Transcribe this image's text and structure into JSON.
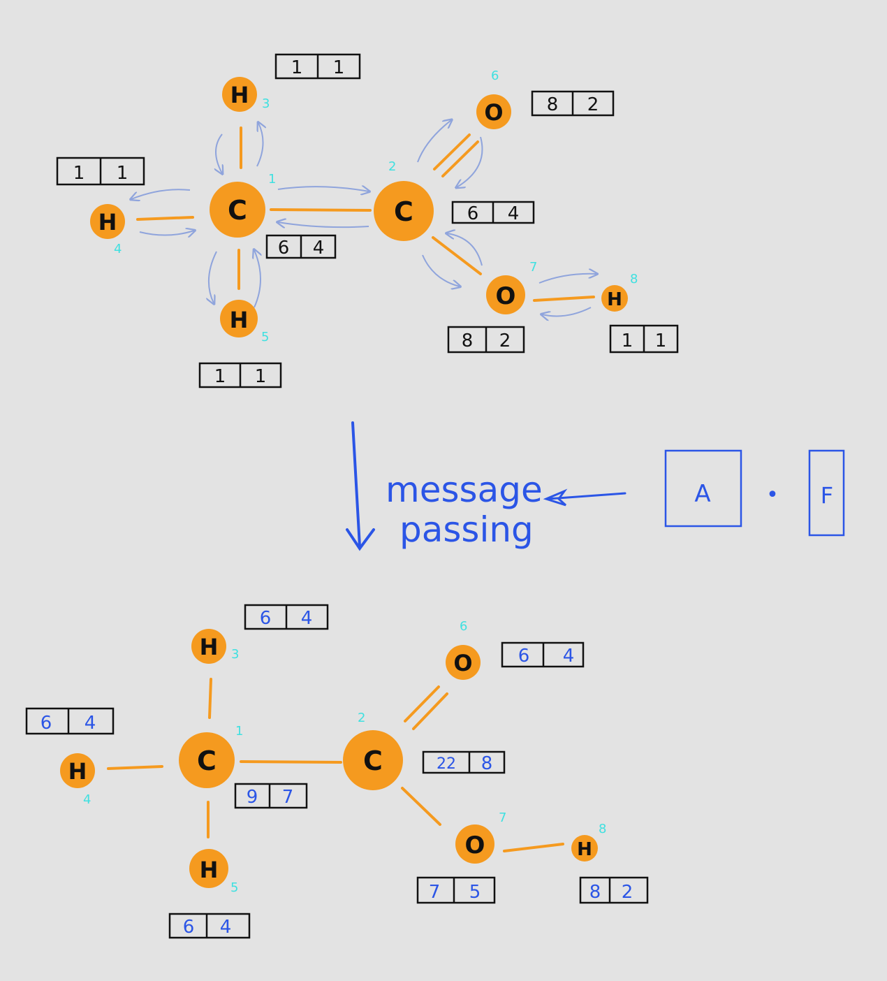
{
  "colors": {
    "background": "#e3e3e3",
    "atom": "#f59a1f",
    "bond": "#f59a1f",
    "index": "#3fe0e0",
    "message_arrow": "#8fa4dc",
    "ink_black": "#111111",
    "ink_blue": "#2b55e6"
  },
  "before": {
    "atoms": [
      {
        "symbol": "C",
        "index": "1",
        "features": [
          "6",
          "4"
        ]
      },
      {
        "symbol": "C",
        "index": "2",
        "features": [
          "6",
          "4"
        ]
      },
      {
        "symbol": "H",
        "index": "3",
        "features": [
          "1",
          "1"
        ]
      },
      {
        "symbol": "H",
        "index": "4",
        "features": [
          "1",
          "1"
        ]
      },
      {
        "symbol": "H",
        "index": "5",
        "features": [
          "1",
          "1"
        ]
      },
      {
        "symbol": "O",
        "index": "6",
        "features": [
          "8",
          "2"
        ]
      },
      {
        "symbol": "O",
        "index": "7",
        "features": [
          "8",
          "2"
        ]
      },
      {
        "symbol": "H",
        "index": "8",
        "features": [
          "1",
          "1"
        ]
      }
    ],
    "bonds": [
      {
        "from": "1",
        "to": "2",
        "order": 1
      },
      {
        "from": "1",
        "to": "3",
        "order": 1
      },
      {
        "from": "1",
        "to": "4",
        "order": 1
      },
      {
        "from": "1",
        "to": "5",
        "order": 1
      },
      {
        "from": "2",
        "to": "6",
        "order": 2
      },
      {
        "from": "2",
        "to": "7",
        "order": 1
      },
      {
        "from": "7",
        "to": "8",
        "order": 1
      }
    ]
  },
  "middle": {
    "label_line1": "message",
    "label_line2": "passing",
    "matrix_a": "A",
    "dot": "•",
    "matrix_f": "F"
  },
  "after": {
    "atoms": [
      {
        "symbol": "C",
        "index": "1",
        "features": [
          "9",
          "7"
        ]
      },
      {
        "symbol": "C",
        "index": "2",
        "features": [
          "22",
          "8"
        ]
      },
      {
        "symbol": "H",
        "index": "3",
        "features": [
          "6",
          "4"
        ]
      },
      {
        "symbol": "H",
        "index": "4",
        "features": [
          "6",
          "4"
        ]
      },
      {
        "symbol": "H",
        "index": "5",
        "features": [
          "6",
          "4"
        ]
      },
      {
        "symbol": "O",
        "index": "6",
        "features": [
          "6",
          "4"
        ]
      },
      {
        "symbol": "O",
        "index": "7",
        "features": [
          "7",
          "5"
        ]
      },
      {
        "symbol": "H",
        "index": "8",
        "features": [
          "8",
          "2"
        ]
      }
    ]
  }
}
